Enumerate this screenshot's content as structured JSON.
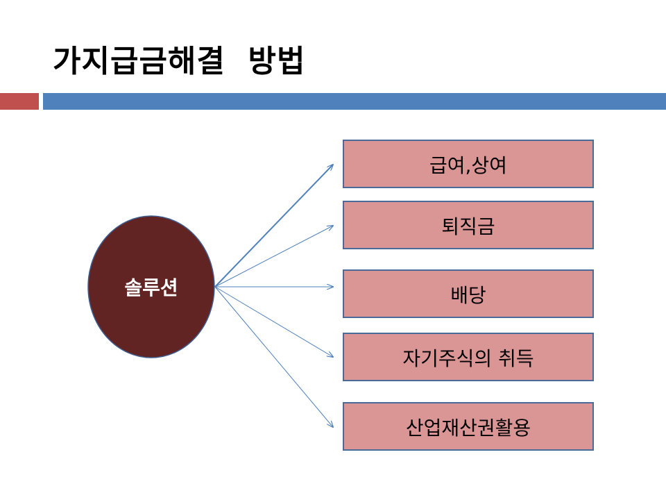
{
  "title": "가지급금해결  방법",
  "center_label": "솔루션",
  "items": [
    "급여,상여",
    "퇴직금",
    "배당",
    "자기주식의 취득",
    "산업재산권활용"
  ],
  "colors": {
    "circle": "#622323",
    "box": "#d99694",
    "accent_red": "#c0504d",
    "accent_blue": "#4f81bd",
    "arrow": "#4f81bd"
  }
}
